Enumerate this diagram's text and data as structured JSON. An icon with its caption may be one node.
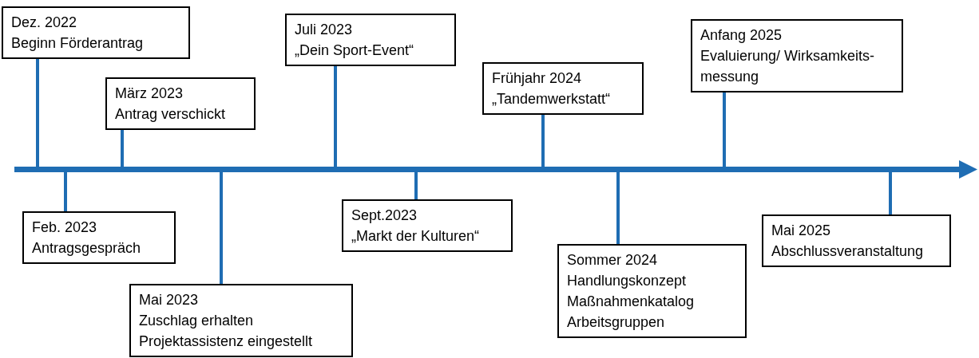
{
  "diagram": {
    "nodes": [
      {
        "text": [
          "Dez. 2022",
          "Beginn Förderantrag"
        ]
      },
      {
        "text": [
          "Feb. 2023",
          "Antragsgespräch"
        ]
      },
      {
        "text": [
          "März 2023",
          "Antrag verschickt"
        ]
      },
      {
        "text": [
          "Mai 2023",
          "Zuschlag erhalten",
          "Projektassistenz eingestellt"
        ]
      },
      {
        "text": [
          "Juli 2023",
          "„Dein Sport-Event“"
        ]
      },
      {
        "text": [
          "Sept.2023",
          "„Markt der Kulturen“"
        ]
      },
      {
        "text": [
          "Frühjahr 2024",
          "„Tandemwerkstatt“"
        ]
      },
      {
        "text": [
          "Sommer 2024",
          "Handlungskonzept",
          "Maßnahmenkatalog",
          "Arbeitsgruppen"
        ]
      },
      {
        "text": [
          "Anfang 2025",
          "Evaluierung/ Wirksamkeits- messung"
        ]
      },
      {
        "text": [
          "Mai 2025",
          "Abschlussveranstaltung"
        ]
      },
      {
        "text": [],
        "shape": "arrow"
      }
    ],
    "edges": [
      {
        "from": 0,
        "to": 10,
        "arrow": "none"
      },
      {
        "from": 1,
        "to": 10,
        "arrow": "none"
      },
      {
        "from": 2,
        "to": 10,
        "arrow": "none"
      },
      {
        "from": 3,
        "to": 10,
        "arrow": "none"
      },
      {
        "from": 4,
        "to": 10,
        "arrow": "none"
      },
      {
        "from": 5,
        "to": 10,
        "arrow": "none"
      },
      {
        "from": 6,
        "to": 10,
        "arrow": "none"
      },
      {
        "from": 7,
        "to": 10,
        "arrow": "none"
      },
      {
        "from": 8,
        "to": 10,
        "arrow": "none"
      },
      {
        "from": 9,
        "to": 10,
        "arrow": "none"
      }
    ]
  }
}
